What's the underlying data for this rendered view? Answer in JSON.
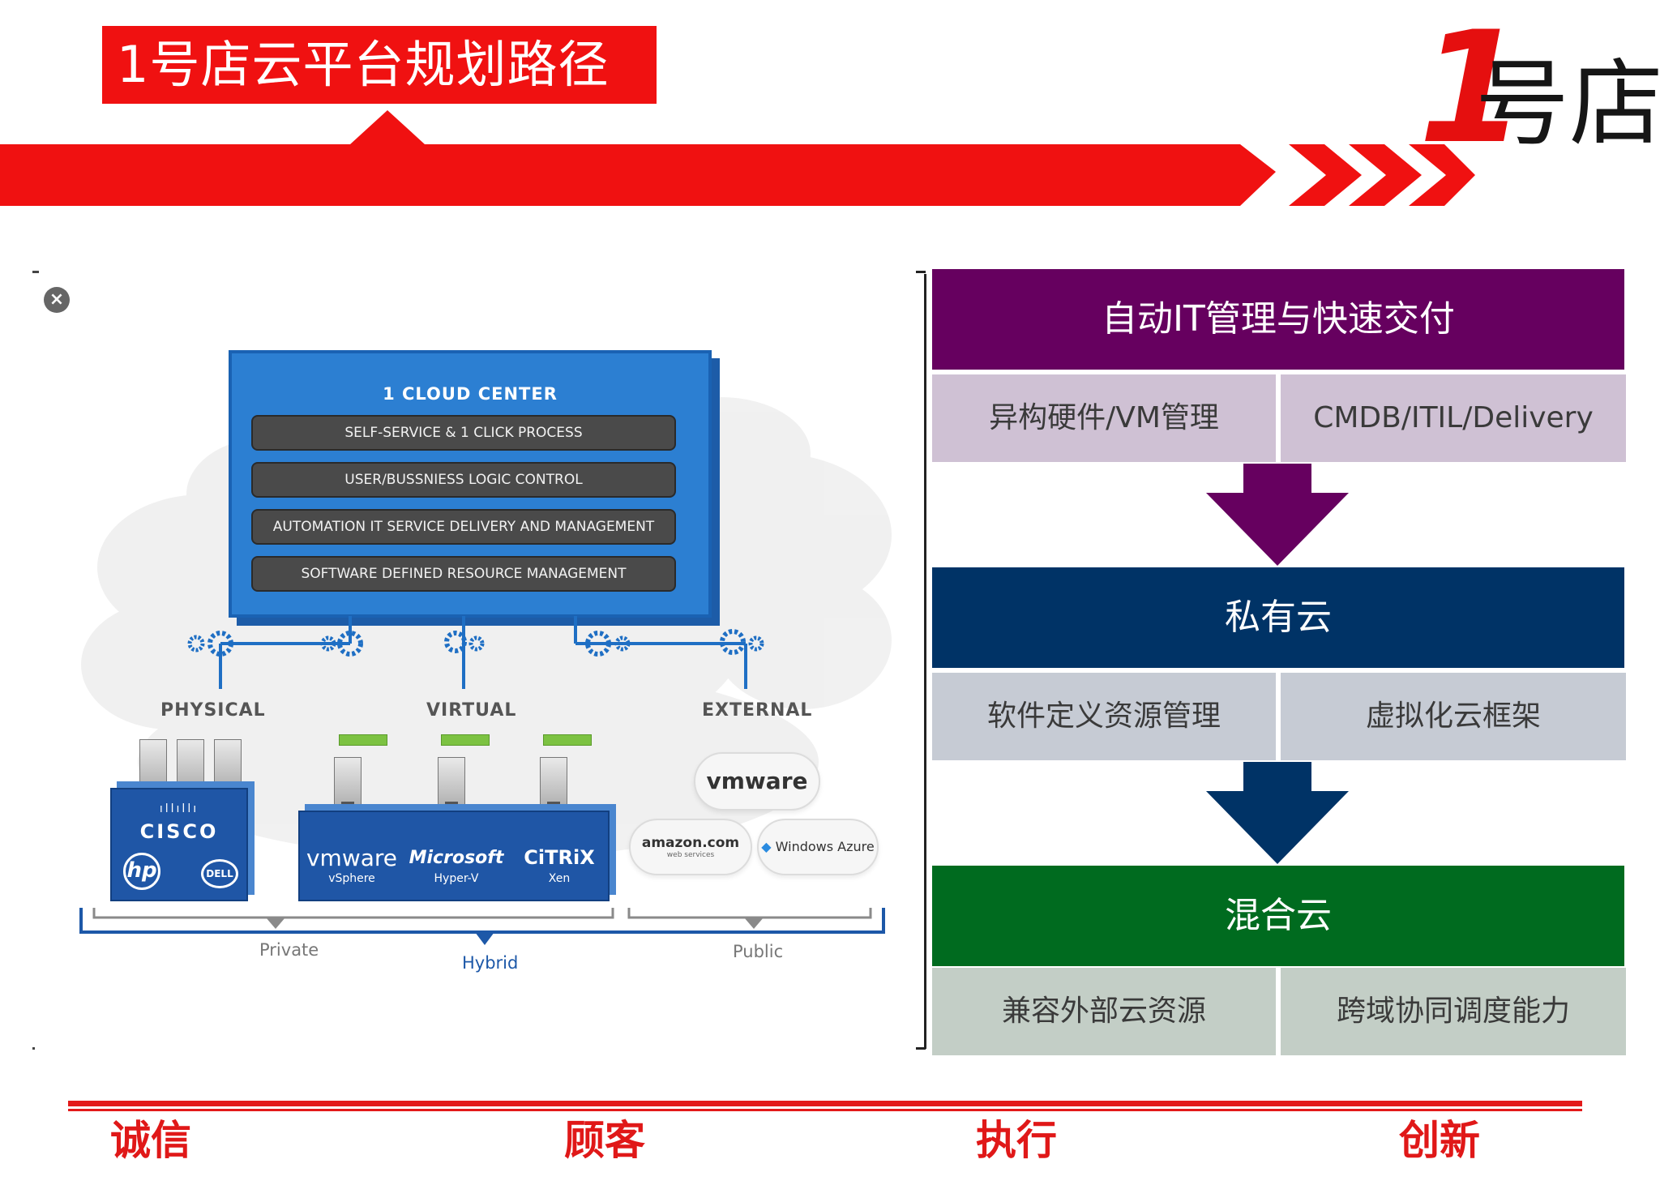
{
  "header": {
    "title": "1号店云平台规划路径",
    "logo_number": "1",
    "logo_text": "号店"
  },
  "colors": {
    "brand_red": "#f01111",
    "purple": "#66005f",
    "navy": "#003366",
    "green": "#006b1f",
    "diagram_blue": "#2c7fd2"
  },
  "diagram": {
    "cloud_center_title": "1  CLOUD  CENTER",
    "rows": [
      "SELF-SERVICE & 1 CLICK PROCESS",
      "USER/BUSSNIESS LOGIC CONTROL",
      "AUTOMATION IT SERVICE DELIVERY AND MANAGEMENT",
      "SOFTWARE DEFINED RESOURCE MANAGEMENT"
    ],
    "categories": {
      "physical": "PHYSICAL",
      "virtual": "VIRTUAL",
      "external": "EXTERNAL"
    },
    "physical_vendors": {
      "cisco": "CISCO",
      "hp": "hp",
      "dell": "DELL"
    },
    "virtual_vendors": [
      {
        "name": "vmware",
        "sub": "vSphere"
      },
      {
        "name": "Microsoft",
        "sub": "Hyper-V"
      },
      {
        "name": "CiTRiX",
        "sub": "Xen"
      }
    ],
    "external_vendors": {
      "vmware": "vmware",
      "amazon": "amazon.com",
      "amazon_sub": "web services",
      "azure": "Windows Azure"
    },
    "brackets": {
      "private": "Private",
      "hybrid": "Hybrid",
      "public": "Public"
    }
  },
  "stack": {
    "top": {
      "title": "自动IT管理与快速交付",
      "left": "异构硬件/VM管理",
      "right": "CMDB/ITIL/Delivery"
    },
    "middle": {
      "title": "私有云",
      "left": "软件定义资源管理",
      "right": "虚拟化云框架"
    },
    "bottom": {
      "title": "混合云",
      "left": "兼容外部云资源",
      "right": "跨域协同调度能力"
    }
  },
  "footer": {
    "values": [
      "诚信",
      "顾客",
      "执行",
      "创新"
    ]
  }
}
